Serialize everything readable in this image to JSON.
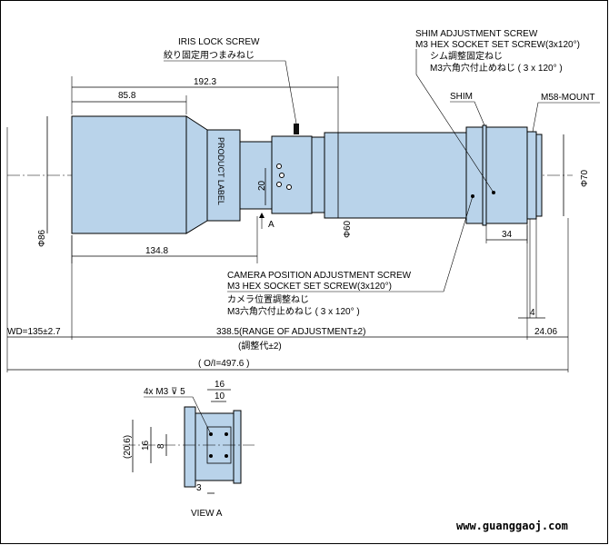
{
  "labels": {
    "iris_lock_en": "IRIS LOCK SCREW",
    "iris_lock_jp": "絞り固定用つまみねじ",
    "shim_adj_1": "SHIM ADJUSTMENT SCREW",
    "shim_adj_2": "M3 HEX SOCKET SET SCREW(3x120°)",
    "shim_adj_jp1": "シム調整固定ねじ",
    "shim_adj_jp2": "M3六角穴付止めねじ ( 3 x 120° )",
    "shim": "SHIM",
    "mount": "M58-MOUNT",
    "product_label": "PRODUCT LABEL",
    "cam_adj_1": "CAMERA POSITION ADJUSTMENT SCREW",
    "cam_adj_2": "M3 HEX SOCKET SET SCREW(3x120°)",
    "cam_adj_jp1": "カメラ位置調整ねじ",
    "cam_adj_jp2": "M3六角穴付止めねじ ( 3 x 120° )",
    "arrow_a": "A",
    "view_a": "VIEW A",
    "site": "www.guanggaoj.com"
  },
  "dimensions": {
    "d192": "192.3",
    "d85": "85.8",
    "d134": "134.8",
    "d86": "Φ86",
    "d60": "Φ60",
    "d70": "Φ70",
    "d20": "20",
    "d34": "34",
    "d4": "4",
    "wd": "WD=135±2.7",
    "range": "338.5(RANGE OF ADJUSTMENT±2)",
    "range_jp": "(調整代±2)",
    "d2406": "24.06",
    "oi": "( O/I=497.6 )",
    "va_16": "16",
    "va_10": "10",
    "va_m3": "4x M3 ⊽ 5",
    "va_206": "(20.6)",
    "va_16v": "16",
    "va_8": "8",
    "va_3": "3"
  }
}
